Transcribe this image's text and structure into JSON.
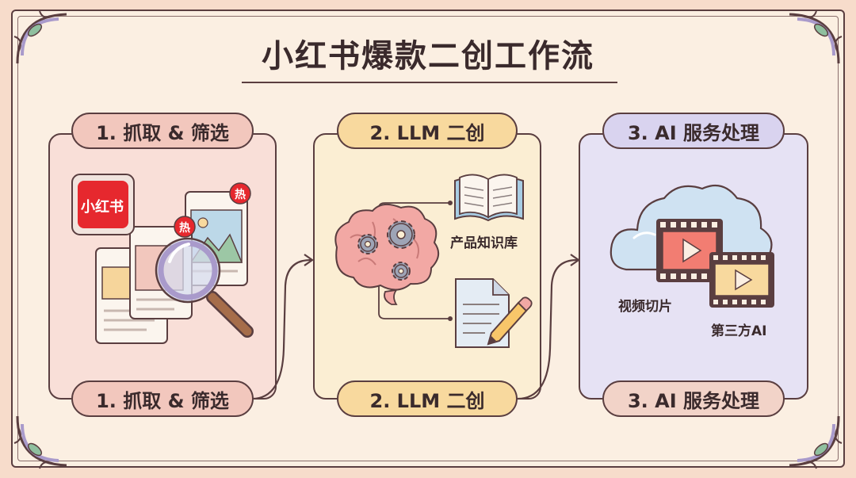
{
  "title": "小红书爆款二创工作流",
  "steps": [
    {
      "top_label": "1. 抓取 & 筛选",
      "bottom_label": "1. 抓取 & 筛选",
      "logo_text": "小红书",
      "hot_badge": "热"
    },
    {
      "top_label": "2. LLM 二创",
      "bottom_label": "2. LLM 二创",
      "knowledge_label": "产品知识库"
    },
    {
      "top_label": "3. AI 服务处理",
      "bottom_label": "3. AI 服务处理",
      "video_label": "视频切片",
      "thirdparty_label": "第三方AI"
    }
  ],
  "colors": {
    "background": "#f7dccb",
    "frame": "#fbefe2",
    "outline": "#5a3e40",
    "panel1": "#f9dfd8",
    "panel2": "#fbeed3",
    "panel3": "#e6e2f4",
    "pill1": "#f2c7bd",
    "pill2": "#f8d99e",
    "pill3_top": "#d9d3ef",
    "brand_red": "#e6282e",
    "leaf_green": "#8fbf9f",
    "corner_purple": "#a99acb"
  },
  "icons": [
    "xiaohongshu-logo-icon",
    "post-card-icon",
    "image-card-icon",
    "magnifier-icon",
    "hot-badge-icon",
    "brain-gears-icon",
    "open-book-icon",
    "document-pencil-icon",
    "cloud-icon",
    "video-play-icon",
    "arrow-right-icon"
  ]
}
